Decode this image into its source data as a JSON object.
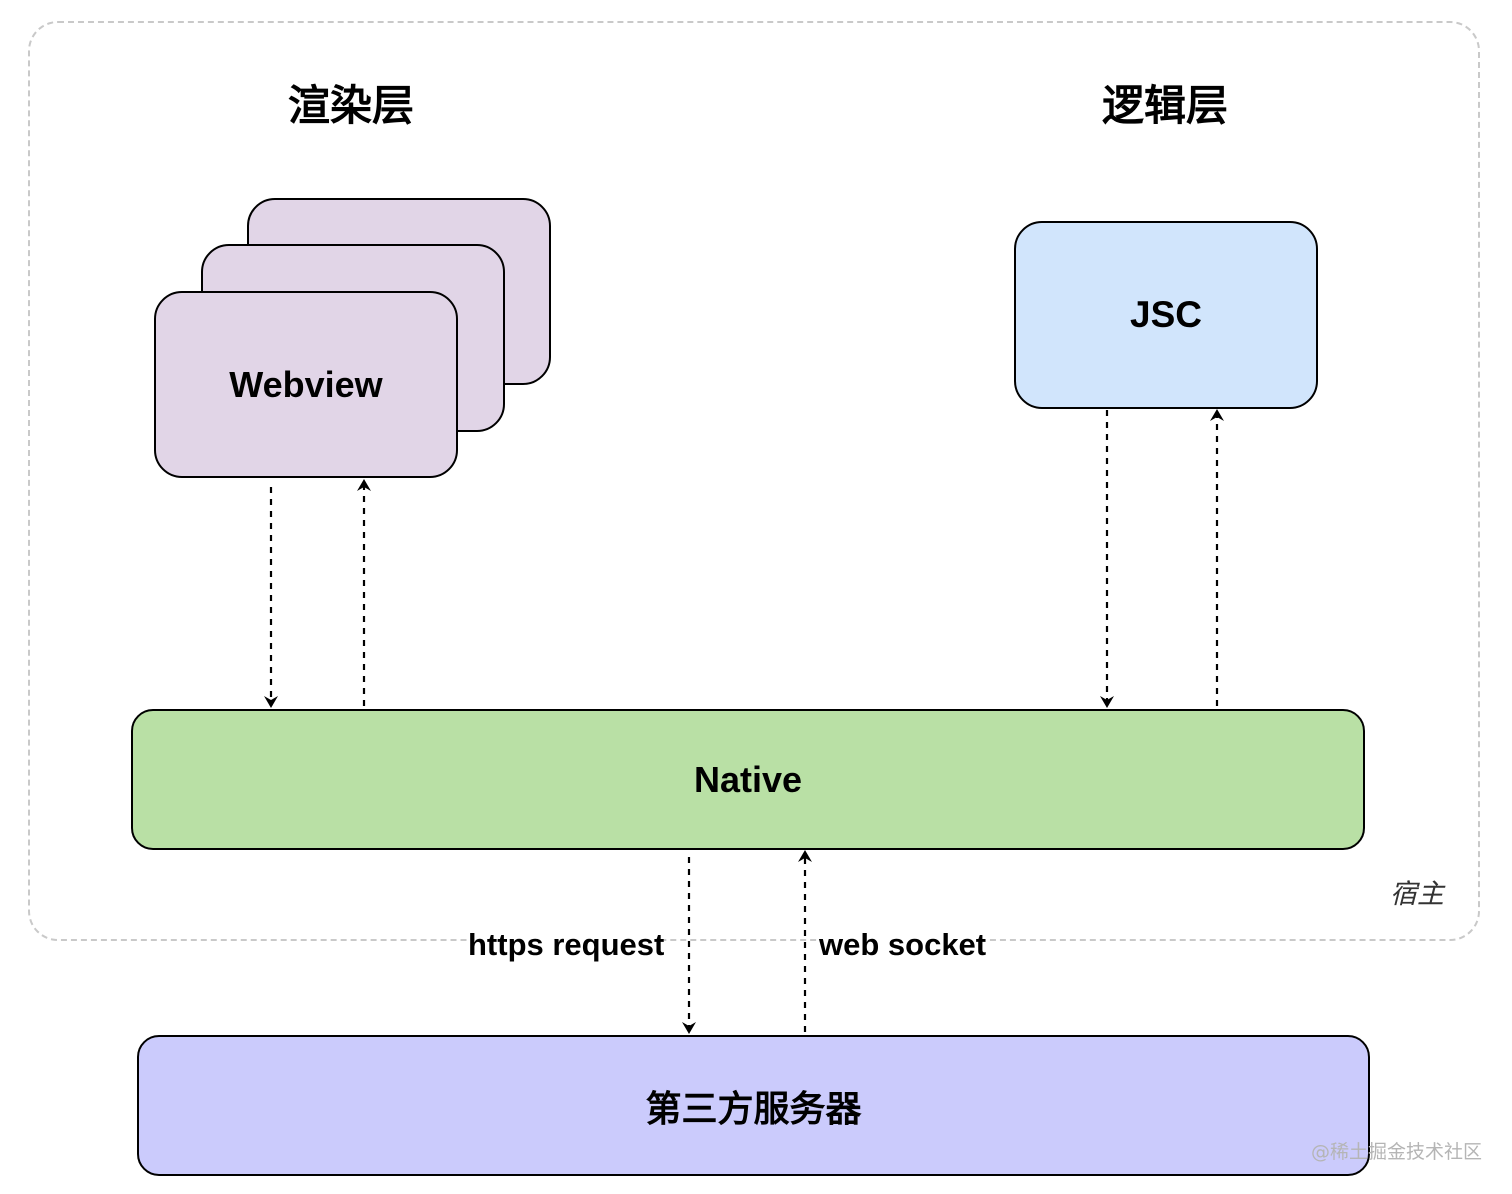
{
  "diagram": {
    "render_layer_title": "渲染层",
    "logic_layer_title": "逻辑层",
    "webview_label": "Webview",
    "jsc_label": "JSC",
    "native_label": "Native",
    "server_label": "第三方服务器",
    "host_label": "宿主",
    "https_label": "https request",
    "websocket_label": "web socket",
    "watermark": "@稀土掘金技术社区"
  },
  "colors": {
    "webview_fill": "#e1d5e7",
    "jsc_fill": "#d1e5fc",
    "native_fill": "#b9e0a5",
    "server_fill": "#cbcbfc",
    "host_border": "#c9c9c9"
  }
}
